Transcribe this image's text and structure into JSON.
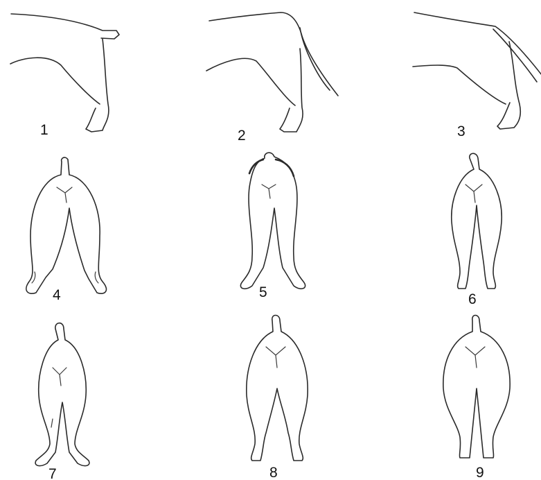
{
  "panels": [
    {
      "label": "1"
    },
    {
      "label": "2"
    },
    {
      "label": "3"
    },
    {
      "label": "4"
    },
    {
      "label": "5"
    },
    {
      "label": "6"
    },
    {
      "label": "7"
    },
    {
      "label": "8"
    },
    {
      "label": "9"
    }
  ],
  "colors": {
    "background": "#ffffff",
    "outline": "#2a2a2a"
  }
}
